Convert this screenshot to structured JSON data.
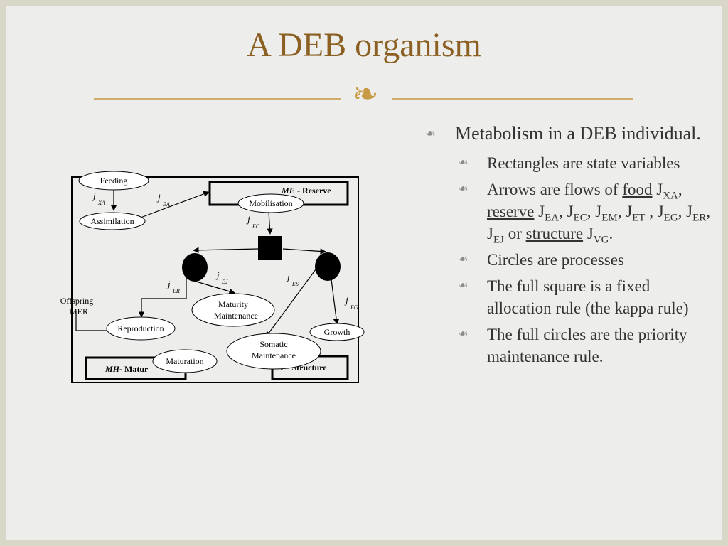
{
  "title": "A DEB organism",
  "ornament": "❧",
  "bullets": {
    "b1_marker": "☙",
    "b2_marker": "☙",
    "main": "Metabolism in a DEB individual.",
    "sub1": "Rectangles are state variables",
    "sub2": {
      "pre": "Arrows are flows of ",
      "food": "food",
      "reserve": "reserve",
      "or": " or ",
      "structure": "structure"
    },
    "sub3": "Circles are processes",
    "sub4": "The full square is a fixed allocation rule (the kappa rule)",
    "sub5": "The full circles are the priority maintenance rule."
  },
  "diagram": {
    "feeding": "Feeding",
    "assimilation": "Assimilation",
    "mobilisation": "Mobilisation",
    "reserve_var": "ME",
    "reserve_label": " - Reserve",
    "maturity_maintenance_1": "Maturity",
    "maturity_maintenance_2": "Maintenance",
    "somatic_maintenance_1": "Somatic",
    "somatic_maintenance_2": "Maintenance",
    "reproduction": "Reproduction",
    "growth": "Growth",
    "maturation": "Maturation",
    "offspring_1": "Offspring",
    "offspring_2": "MER",
    "maturity_var": "MH",
    "maturity_label": " - Matur",
    "structure_label": "V - Structure",
    "flow_xa": "XA",
    "flow_ea": "EA",
    "flow_ec": "EC",
    "flow_er": "ER",
    "flow_ej": "EJ",
    "flow_es": "ES",
    "flow_eg": "EG",
    "j_symbol": "j"
  }
}
